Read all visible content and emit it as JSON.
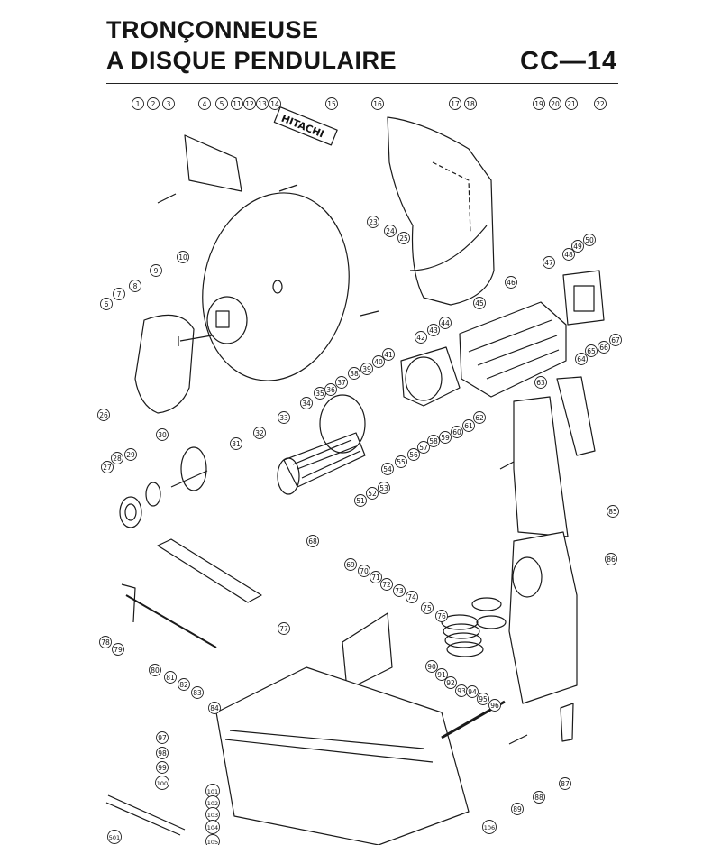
{
  "header": {
    "title_line1": "TRONÇONNEUSE",
    "title_line2": "A DISQUE PENDULAIRE",
    "model": "CC—14"
  },
  "brand_plate": "HITACHI",
  "callouts": [
    "1",
    "2",
    "3",
    "4",
    "5",
    "11",
    "12",
    "13",
    "14",
    "15",
    "16",
    "17",
    "18",
    "19",
    "20",
    "21",
    "22",
    "10",
    "9",
    "8",
    "7",
    "6",
    "23",
    "24",
    "25",
    "26",
    "27",
    "28",
    "29",
    "30",
    "31",
    "32",
    "33",
    "34",
    "35",
    "36",
    "37",
    "38",
    "39",
    "40",
    "41",
    "42",
    "43",
    "44",
    "45",
    "46",
    "47",
    "48",
    "49",
    "50",
    "51",
    "52",
    "53",
    "54",
    "55",
    "56",
    "57",
    "58",
    "59",
    "60",
    "61",
    "62",
    "63",
    "64",
    "65",
    "66",
    "67",
    "68",
    "69",
    "70",
    "71",
    "72",
    "73",
    "74",
    "75",
    "76",
    "77",
    "78",
    "79",
    "80",
    "81",
    "82",
    "83",
    "84",
    "85",
    "86",
    "87",
    "88",
    "89",
    "90",
    "91",
    "92",
    "93",
    "94",
    "95",
    "96",
    "97",
    "98",
    "99",
    "100",
    "101",
    "102",
    "103",
    "104",
    "105",
    "106",
    "501"
  ]
}
